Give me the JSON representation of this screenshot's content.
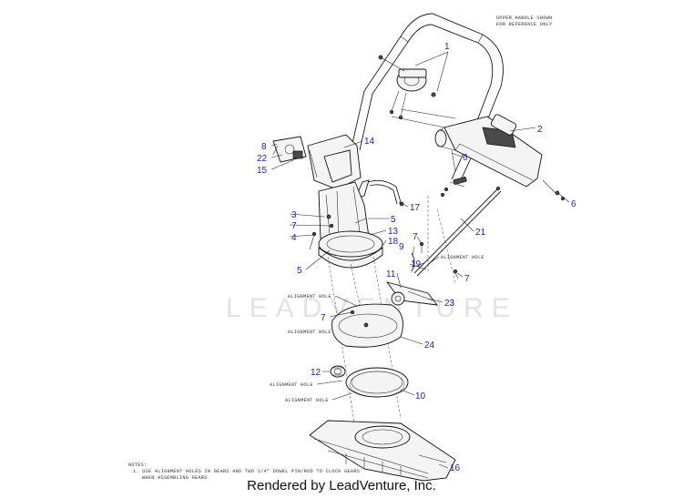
{
  "watermark": "LEADVENTURE",
  "upper_handle_note": [
    "UPPER HANDLE SHOWN",
    "FOR REFERENCE ONLY"
  ],
  "alignment_hole_labels": [
    "ALIGNMENT HOLE",
    "ALIGNMENT HOLE",
    "ALIGNMENT HOLE",
    "ALIGNMENT HOLE",
    "ALIGNMENT HOLE"
  ],
  "notes_title": "NOTES:",
  "notes_lines": [
    "1. USE ALIGNMENT HOLES IN GEARS AND TWO 1/4\" DOWEL PIN/ROD TO CLOCK GEARS",
    "WHEN ASSEMBLING GEARS"
  ],
  "callouts": [
    "1",
    "2",
    "6",
    "6",
    "14",
    "8",
    "22",
    "15",
    "17",
    "3",
    "7",
    "4",
    "5",
    "13",
    "18",
    "5",
    "7",
    "9",
    "21",
    "19",
    "11",
    "7",
    "23",
    "7",
    "24",
    "12",
    "10",
    "16"
  ],
  "credit": "Rendered by LeadVenture, Inc.",
  "colors": {
    "callout": "#1f1fa8",
    "line": "#1a1a1a",
    "watermark": "#e2e2e2"
  }
}
